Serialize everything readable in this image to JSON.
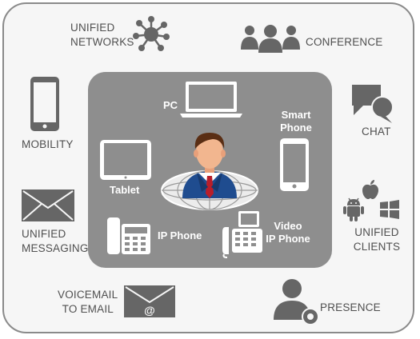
{
  "outer": {
    "unified_networks": "UNIFIED\nNETWORKS",
    "conference": "CONFERENCE",
    "mobility": "MOBILITY",
    "chat": "CHAT",
    "unified_messaging": "UNIFIED\nMESSAGING",
    "unified_clients": "UNIFIED\nCLIENTS",
    "voicemail_to_email": "VOICEMAIL\nTO EMAIL",
    "presence": "PRESENCE"
  },
  "inner": {
    "pc": "PC",
    "smart_phone": "Smart\nPhone",
    "tablet": "Tablet",
    "ip_phone": "IP Phone",
    "video_ip_phone": "Video\nIP Phone"
  },
  "colors": {
    "icon_gray": "#666666",
    "panel_gray": "#8e8e8e",
    "suit_blue": "#1f4c8f",
    "tie_red": "#b81e2a"
  }
}
